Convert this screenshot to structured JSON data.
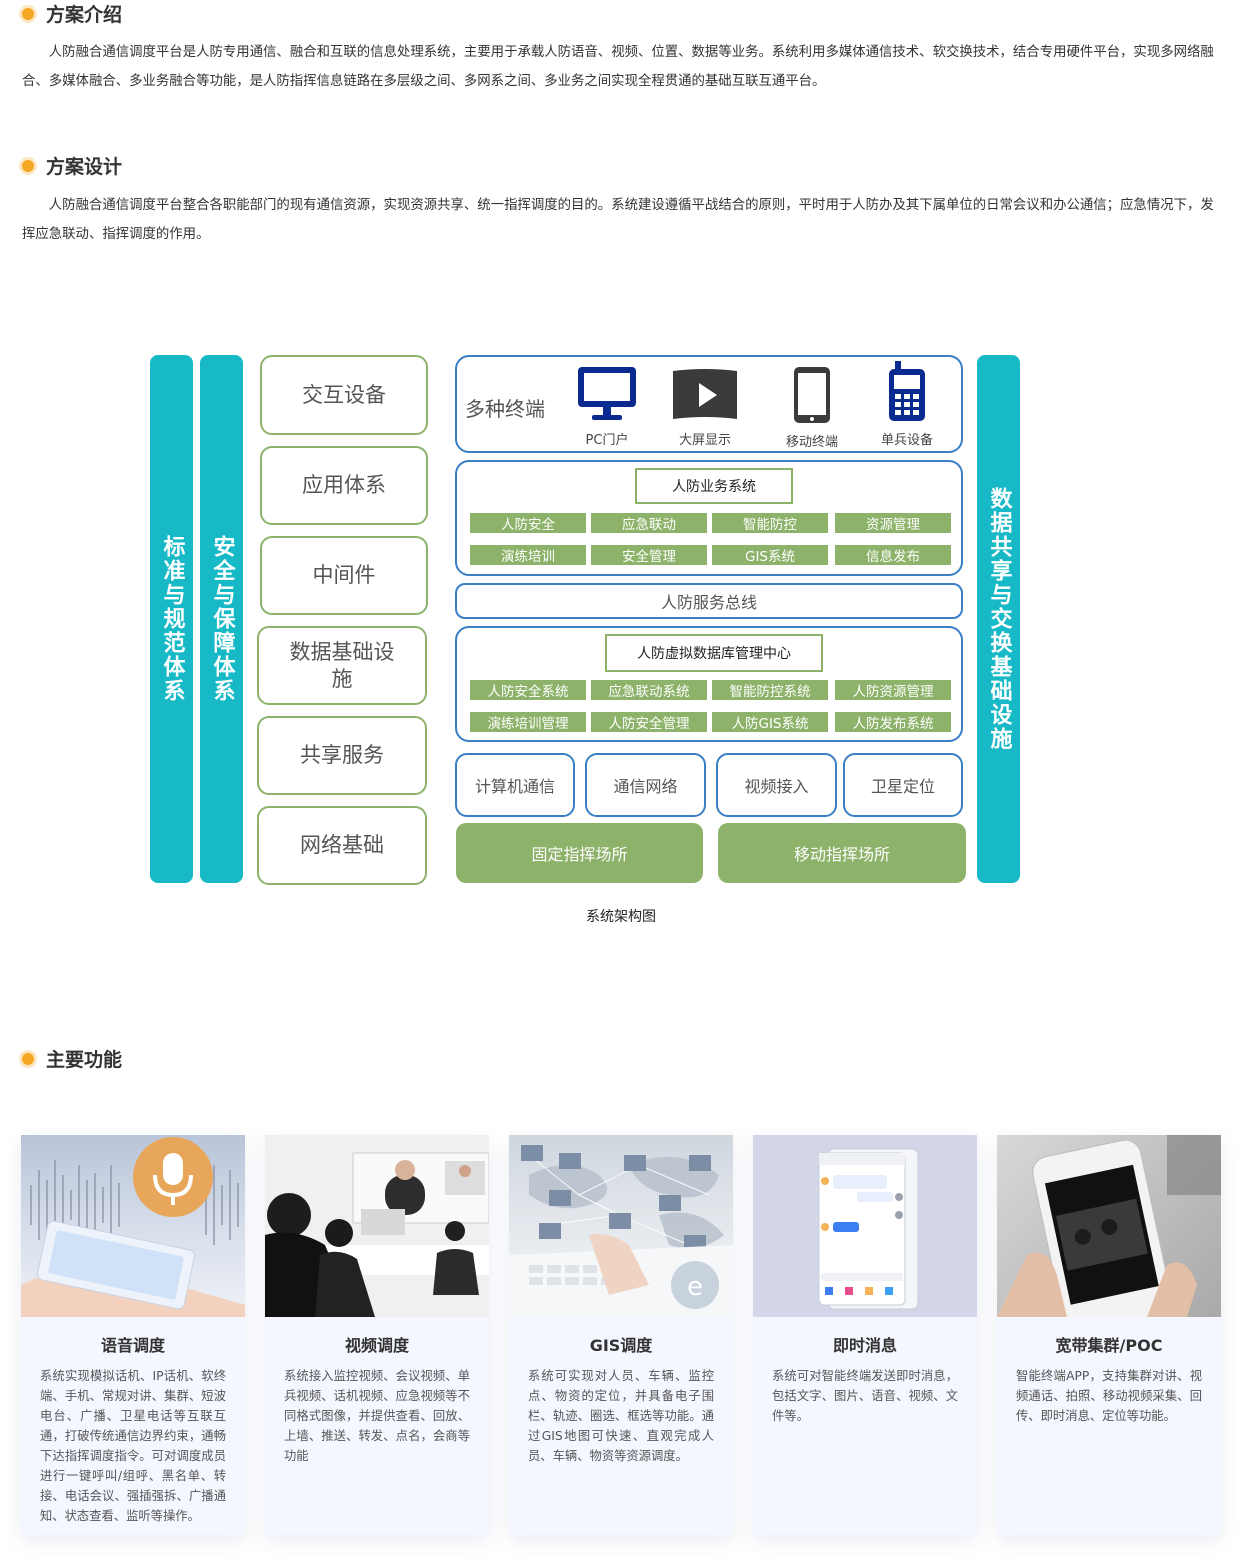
{
  "intro": {
    "title": "方案介绍",
    "text": "人防融合通信调度平台是人防专用通信、融合和互联的信息处理系统，主要用于承载人防语音、视频、位置、数据等业务。系统利用多媒体通信技术、软交换技术，结合专用硬件平台，实现多网络融合、多媒体融合、多业务融合等功能，是人防指挥信息链路在多层级之间、多网系之间、多业务之间实现全程贯通的基础互联互通平台。"
  },
  "design": {
    "title": "方案设计",
    "text": "人防融合通信调度平台整合各职能部门的现有通信资源，实现资源共享、统一指挥调度的目的。系统建设遵循平战结合的原则，平时用于人防办及其下属单位的日常会议和办公通信；应急情况下，发挥应急联动、指挥调度的作用。"
  },
  "architecture": {
    "left_bars": [
      "标准与规范体系",
      "安全与保障体系"
    ],
    "right_bar": "数据共享与交换基础设施",
    "left_boxes": [
      "交互设备",
      "应用体系",
      "中间件",
      "数据基础设施",
      "共享服务",
      "网络基础"
    ],
    "terminals": {
      "label": "多种终端",
      "items": [
        {
          "icon": "monitor-icon",
          "label": "PC门户"
        },
        {
          "icon": "big-screen-icon",
          "label": "大屏显示"
        },
        {
          "icon": "mobile-phone-icon",
          "label": "移动终端"
        },
        {
          "icon": "walkie-talkie-icon",
          "label": "单兵设备"
        }
      ]
    },
    "business": {
      "header": "人防业务系统",
      "cells": [
        "人防安全",
        "应急联动",
        "智能防控",
        "资源管理",
        "演练培训",
        "安全管理",
        "GIS系统",
        "信息发布"
      ]
    },
    "bus": "人防服务总线",
    "database": {
      "header": "人防虚拟数据库管理中心",
      "cells": [
        "人防安全系统",
        "应急联动系统",
        "智能防控系统",
        "人防资源管理",
        "演练培训管理",
        "人防安全管理",
        "人防GIS系统",
        "人防发布系统"
      ]
    },
    "comms": [
      "计算机通信",
      "通信网络",
      "视频接入",
      "卫星定位"
    ],
    "sites": [
      "固定指挥场所",
      "移动指挥场所"
    ],
    "caption": "系统架构图"
  },
  "features": {
    "title": "主要功能",
    "cards": [
      {
        "title": "语音调度",
        "desc": "系统实现模拟话机、IP话机、软终端、手机、常规对讲、集群、短波电台、广播、卫星电话等互联互通，打破传统通信边界约束，通畅下达指挥调度指令。可对调度成员进行一键呼叫/组呼、黑名单、转接、电话会议、强插强拆、广播通知、状态查看、监听等操作。"
      },
      {
        "title": "视频调度",
        "desc": "系统接入监控视频、会议视频、单兵视频、话机视频、应急视频等不同格式图像，并提供查看、回放、上墙、推送、转发、点名，会商等功能"
      },
      {
        "title": "GIS调度",
        "desc": "系统可实现对人员、车辆、监控点、物资的定位，并具备电子围栏、轨迹、圈选、框选等功能。通过GIS地图可快速、直观完成人员、车辆、物资等资源调度。"
      },
      {
        "title": "即时消息",
        "desc": "系统可对智能终端发送即时消息，包括文字、图片、语音、视频、文件等。"
      },
      {
        "title": "宽带集群/POC",
        "desc": "智能终端APP，支持集群对讲、视频通话、拍照、移动视频采集、回传、即时消息、定位等功能。"
      }
    ]
  },
  "colors": {
    "accent_dot": "#f5a623",
    "teal": "#18b9c6",
    "green": "#8db26a",
    "blue_border": "#3a7fc5"
  }
}
